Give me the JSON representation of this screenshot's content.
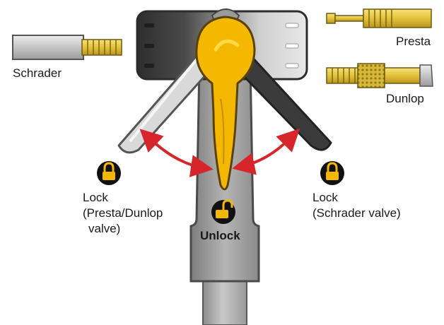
{
  "labels": {
    "schrader": "Schrader",
    "presta": "Presta",
    "dunlop": "Dunlop",
    "lock_left_title": "Lock",
    "lock_left_line2": "(Presta/Dunlop",
    "lock_left_line3": "valve)",
    "lock_right_title": "Lock",
    "lock_right_line2": "(Schrader valve)",
    "unlock": "Unlock"
  },
  "colors": {
    "lever_yellow": "#f5b800",
    "arrow_red": "#d7262b",
    "lock_circle": "#111111",
    "lock_glyph": "#f5b800",
    "valve_gold": "#e8c840",
    "valve_silver": "#c9c9c9",
    "head_dark": "#3c3c3c",
    "head_light": "#d9d9d9",
    "body_gray": "#9e9e9e"
  },
  "icons": {
    "lock_left": "padlock-locked-icon",
    "lock_right": "padlock-locked-icon",
    "unlock": "padlock-unlocked-icon"
  }
}
